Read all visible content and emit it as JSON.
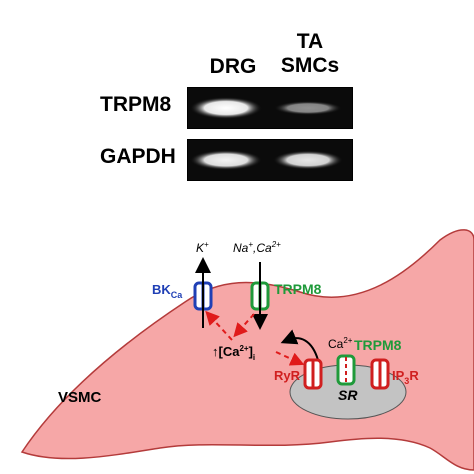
{
  "gel": {
    "columns": [
      {
        "line1": "",
        "line2": "DRG"
      },
      {
        "line1": "TA",
        "line2": "SMCs"
      }
    ],
    "rows": [
      {
        "label": "TRPM8",
        "bands": [
          1.0,
          0.55
        ]
      },
      {
        "label": "GAPDH",
        "bands": [
          0.95,
          0.9
        ]
      }
    ]
  },
  "diagram": {
    "cell_label": "VSMC",
    "sr_label": "SR",
    "ion_k": "K",
    "ion_k_sup": "+",
    "ion_na": "Na",
    "ion_na_sup": "+",
    "ion_ca": ",Ca",
    "ion_ca_sup": "2+",
    "bk_main": "BK",
    "bk_sub": "Ca",
    "trpm8_membrane": "TRPM8",
    "trpm8_sr": "TRPM8",
    "ca_release": "Ca",
    "ca_release_sup": "2+",
    "cai_arrow": "↑[Ca",
    "cai_sup": "2+",
    "cai_close": "]",
    "cai_sub": "i",
    "ryr": "RyR",
    "ip3r_a": "IP",
    "ip3r_sub": "3",
    "ip3r_b": "R",
    "colors": {
      "cell_fill": "#f6a7a7",
      "cell_stroke": "#b43b3b",
      "sr_fill": "#c3c3c3",
      "bk": "#1f3fb5",
      "trpm8": "#1f9a3a",
      "ryr": "#d01f1f",
      "arrow": "#e01b1b"
    }
  }
}
